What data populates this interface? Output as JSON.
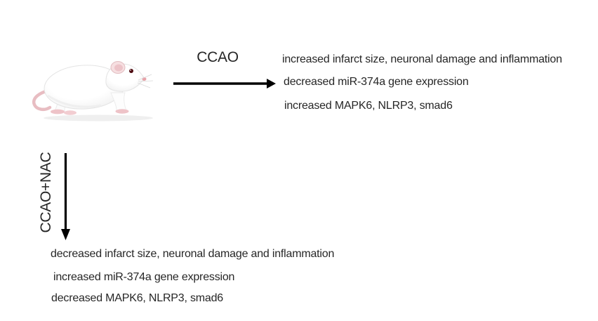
{
  "figures": {
    "rat": "white-lab-rat-photo"
  },
  "colors": {
    "background": "#ffffff",
    "text": "#262626",
    "arrow": "#000000",
    "rat_pink": "#eec3c8"
  },
  "ccao_pathway": {
    "label": "CCAO",
    "outcomes": [
      "increased infarct size, neuronal damage and inflammation",
      "decreased miR-374a gene expression",
      "increased MAPK6, NLRP3, smad6"
    ]
  },
  "ccao_nac_pathway": {
    "label": "CCAO+NAC",
    "outcomes": [
      "decreased infarct size, neuronal damage and inflammation",
      "increased miR-374a gene expression",
      "decreased MAPK6, NLRP3, smad6"
    ]
  }
}
